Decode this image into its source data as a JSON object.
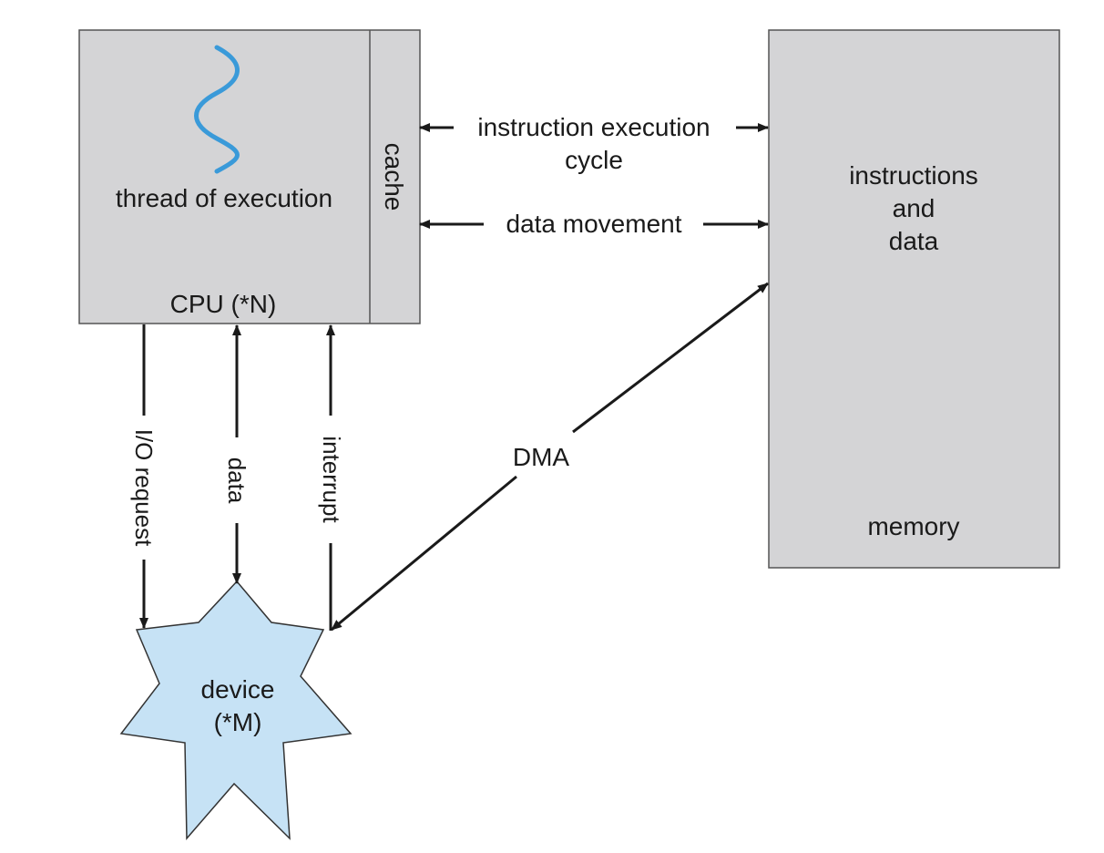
{
  "cpu": {
    "thread_label": "thread of execution",
    "cpu_label": "CPU (*N)",
    "cache_label": "cache"
  },
  "memory": {
    "content_line1": "instructions",
    "content_line2": "and",
    "content_line3": "data",
    "label": "memory"
  },
  "links": {
    "instruction_cycle_line1": "instruction execution",
    "instruction_cycle_line2": "cycle",
    "data_movement": "data movement",
    "io_request": "I/O request",
    "data": "data",
    "interrupt": "interrupt",
    "dma": "DMA"
  },
  "device": {
    "line1": "device",
    "line2": "(*M)"
  },
  "colors": {
    "box_fill": "#d4d4d6",
    "device_fill": "#c6e2f5",
    "thread_wave": "#3a9ad9",
    "arrow": "#1a1a1a"
  }
}
